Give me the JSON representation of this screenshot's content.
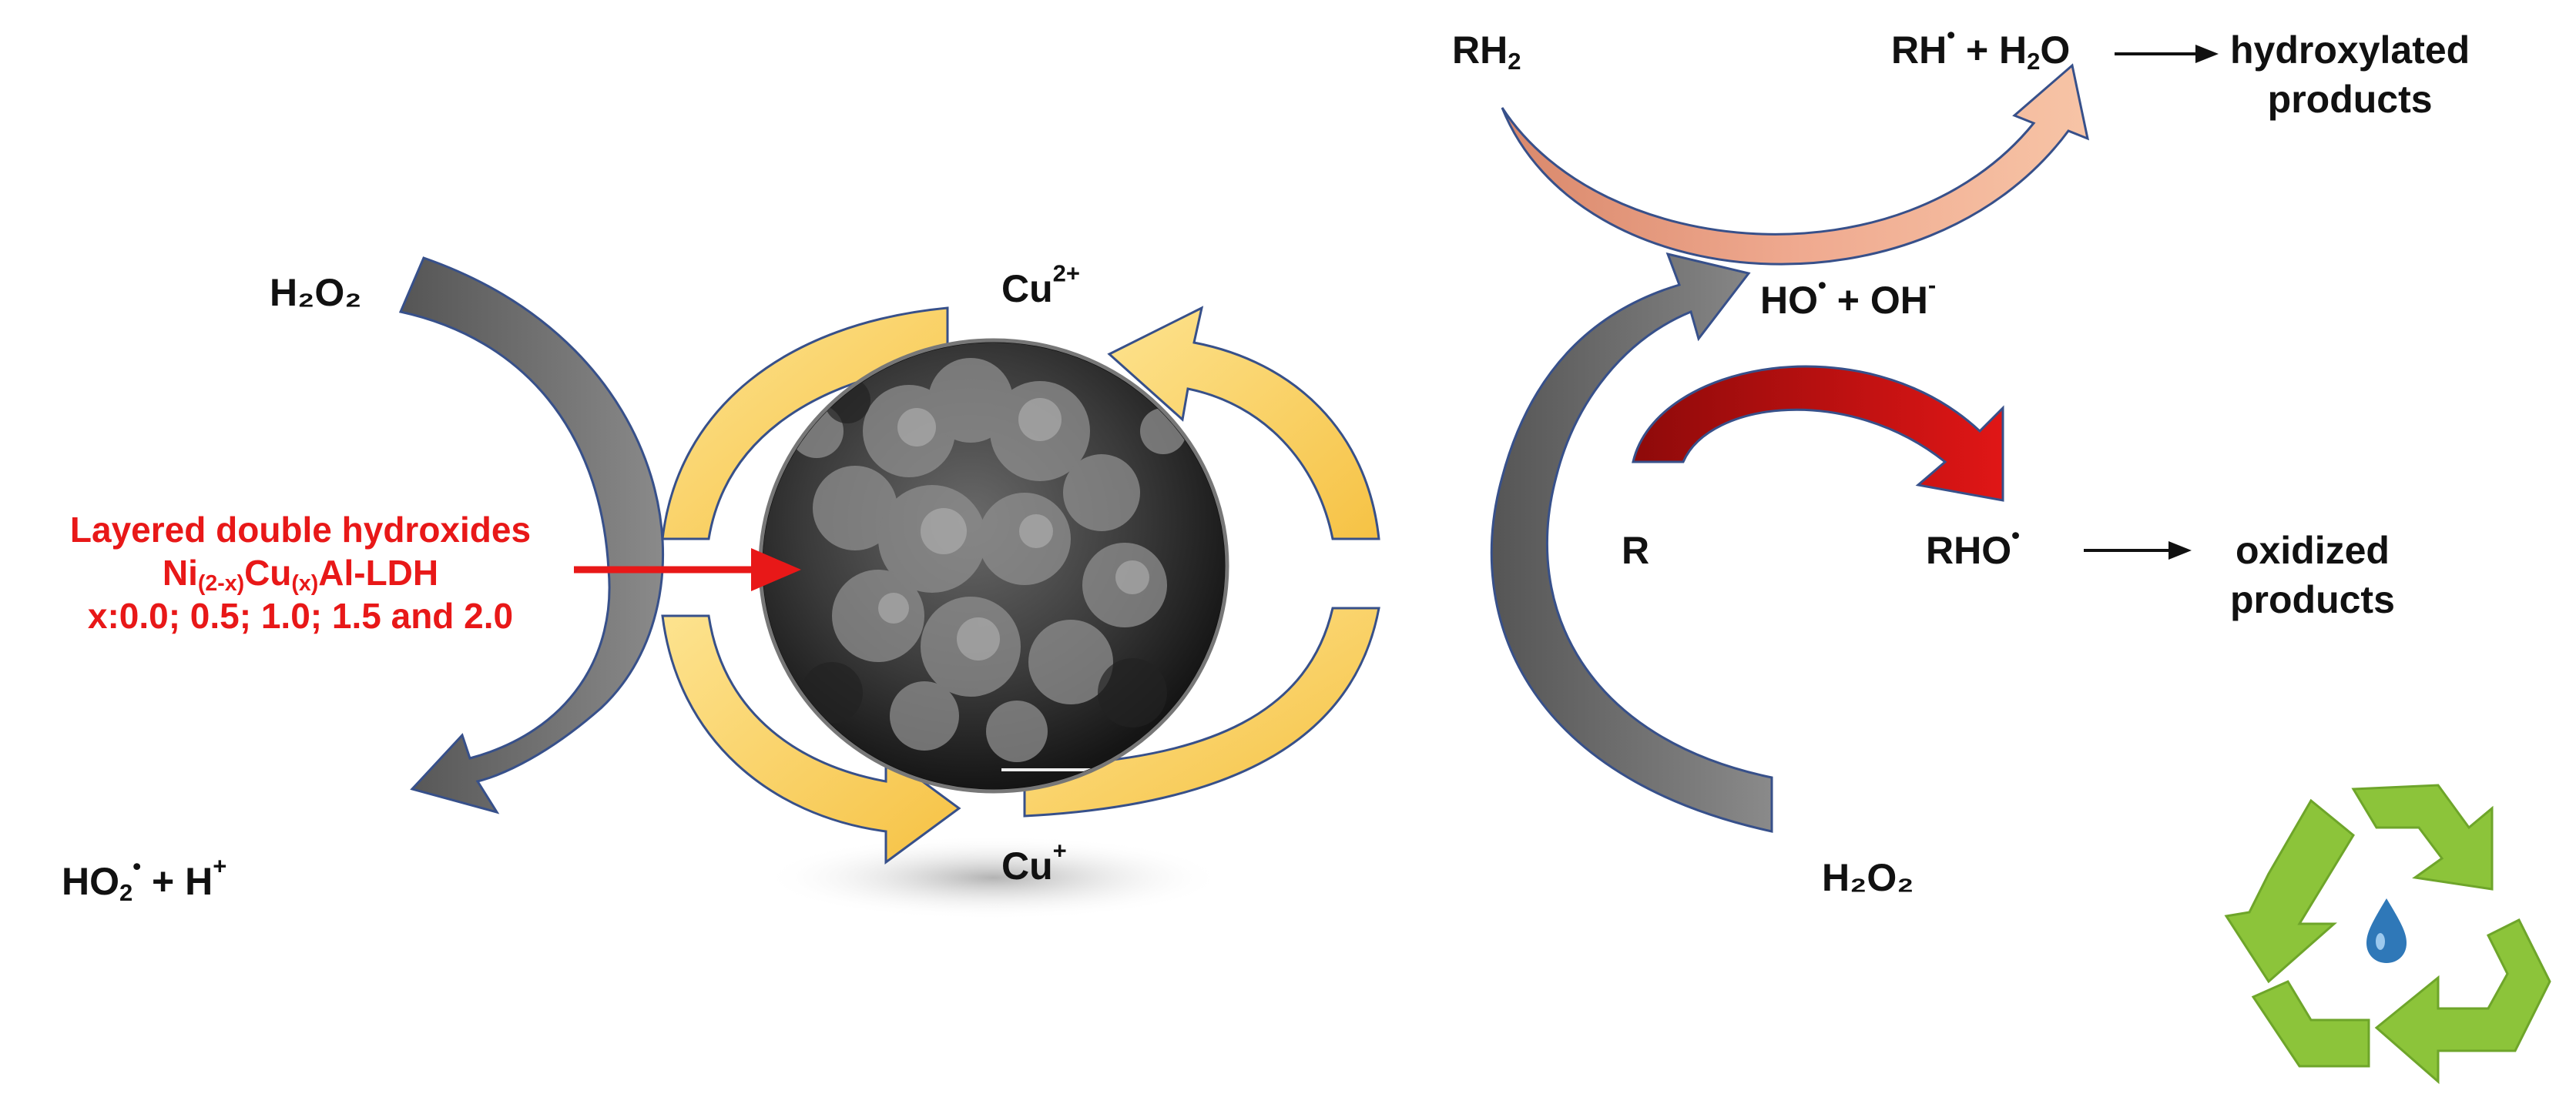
{
  "catalyst": {
    "line1": "Layered double hydroxides",
    "line2_a": "Ni",
    "line2_sub1": "(2-x)",
    "line2_b": "Cu",
    "line2_sub2": "(x)",
    "line2_c": "Al-LDH",
    "line3": "x:0.0; 0.5; 1.0; 1.5 and 2.0"
  },
  "species": {
    "h2o2_in_left": "H₂O₂",
    "hoo_base": "HO",
    "hoo_sub": "2",
    "hoo_sup": "•",
    "hoo_rest": " + H",
    "hoo_plus": "+",
    "cu2_base": "Cu",
    "cu2_sup": "2+",
    "cu1_base": "Cu",
    "cu1_sup": "+",
    "h2o2_in_right": "H₂O₂",
    "ho_radical_base": "HO",
    "ho_radical_sup": "•",
    "oh_rest": " + OH",
    "oh_sup": "-",
    "rh2_base": "RH",
    "rh2_sub": "2",
    "rh_base": "RH",
    "rh_sup": "•",
    "water_plus": " + H",
    "water_sub": "2",
    "water_o": "O",
    "hydroxylated_1": "hydroxylated",
    "hydroxylated_2": "products",
    "r_label": "R",
    "rho_base": "RHO",
    "rho_sup": "•",
    "oxidized_1": "oxidized",
    "oxidized_2": "products"
  },
  "colors": {
    "gold": "#f6c244",
    "gold_light": "#fde38f",
    "gray": "#6e6e6e",
    "salmon": "#e8987a",
    "red_arrow": "#c21010",
    "label_red": "#e81818",
    "recycle_green": "#8cc43a",
    "droplet_blue": "#2f78b8"
  },
  "icons": [
    "recycle-icon",
    "water-drop-icon",
    "sem-image-catalyst"
  ]
}
